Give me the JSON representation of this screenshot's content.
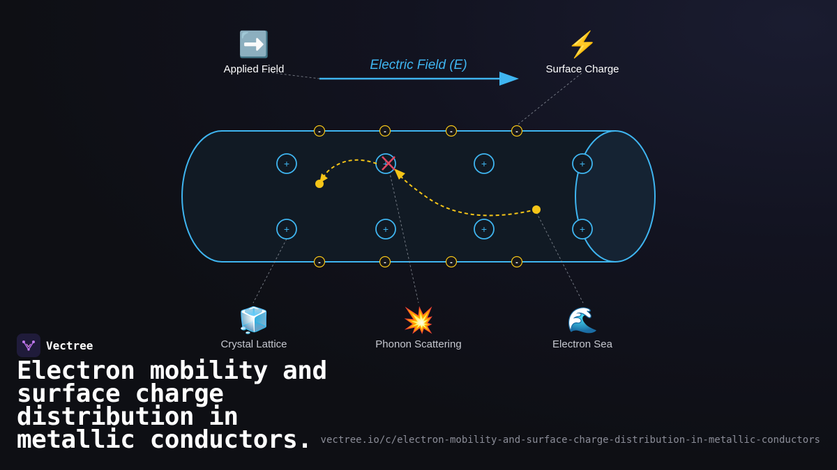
{
  "diagram": {
    "field_label": "Electric Field (E)",
    "plus_sign": "+",
    "minus_sign": "-",
    "callouts": {
      "applied_field": {
        "icon": "➡️",
        "label": "Applied Field"
      },
      "surface_charge": {
        "icon": "⚡",
        "label": "Surface Charge"
      },
      "crystal_lattice": {
        "icon": "🧊",
        "label": "Crystal Lattice"
      },
      "phonon_scattering": {
        "icon": "💥",
        "label": "Phonon Scattering"
      },
      "electron_sea": {
        "icon": "🌊",
        "label": "Electron Sea"
      }
    },
    "colors": {
      "conductor_stroke": "#3fb5f0",
      "electron": "#f5c518",
      "scatter_mark": "#e04862",
      "field_arrow": "#3fb5f0"
    }
  },
  "brand": {
    "name": "Vectree",
    "logo_icon": "vectree-logo-icon"
  },
  "title": "Electron mobility and surface charge distribution in metallic conductors.",
  "url": "vectree.io/c/electron-mobility-and-surface-charge-distribution-in-metallic-conductors"
}
